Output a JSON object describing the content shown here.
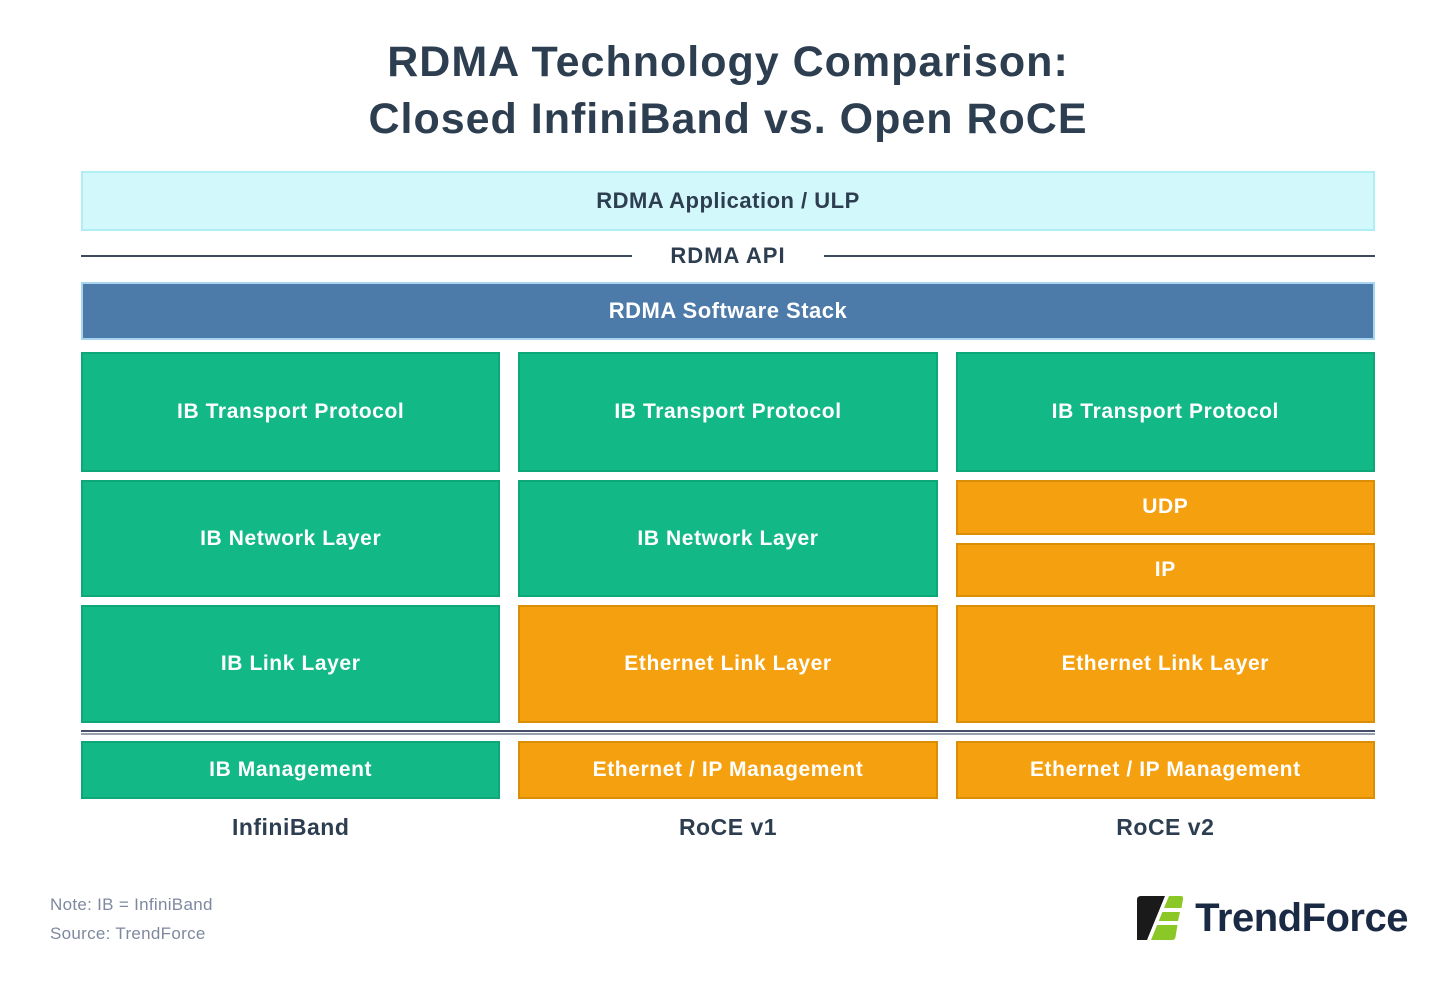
{
  "title": {
    "line1": "RDMA Technology Comparison:",
    "line2": "Closed InfiniBand vs. Open RoCE"
  },
  "stack": {
    "application_label": "RDMA Application / ULP",
    "api_label": "RDMA API",
    "software_label": "RDMA Software Stack"
  },
  "columns": [
    {
      "label": "InfiniBand",
      "blocks": [
        "IB Transport Protocol",
        "IB Network Layer",
        "IB Link Layer",
        "IB Management"
      ]
    },
    {
      "label": "RoCE v1",
      "blocks": [
        "IB Transport Protocol",
        "IB Network Layer",
        "Ethernet Link Layer",
        "Ethernet / IP Management"
      ]
    },
    {
      "label": "RoCE v2",
      "blocks": [
        "IB Transport Protocol",
        "UDP",
        "IP",
        "Ethernet Link Layer",
        "Ethernet / IP Management"
      ]
    }
  ],
  "footer": {
    "note": "Note: IB = InfiniBand",
    "source": "Source: TrendForce",
    "brand": "TrendForce"
  },
  "colors": {
    "infiniband_green": "#12b886",
    "ethernet_orange": "#f5a00e",
    "software_stack_blue": "#4c7aa9",
    "application_cyan": "#d3f8fb",
    "title_navy": "#2d3e50",
    "footnote_gray": "#7e89a0",
    "brand_green": "#8bc727",
    "brand_black": "#1a1a1a"
  }
}
